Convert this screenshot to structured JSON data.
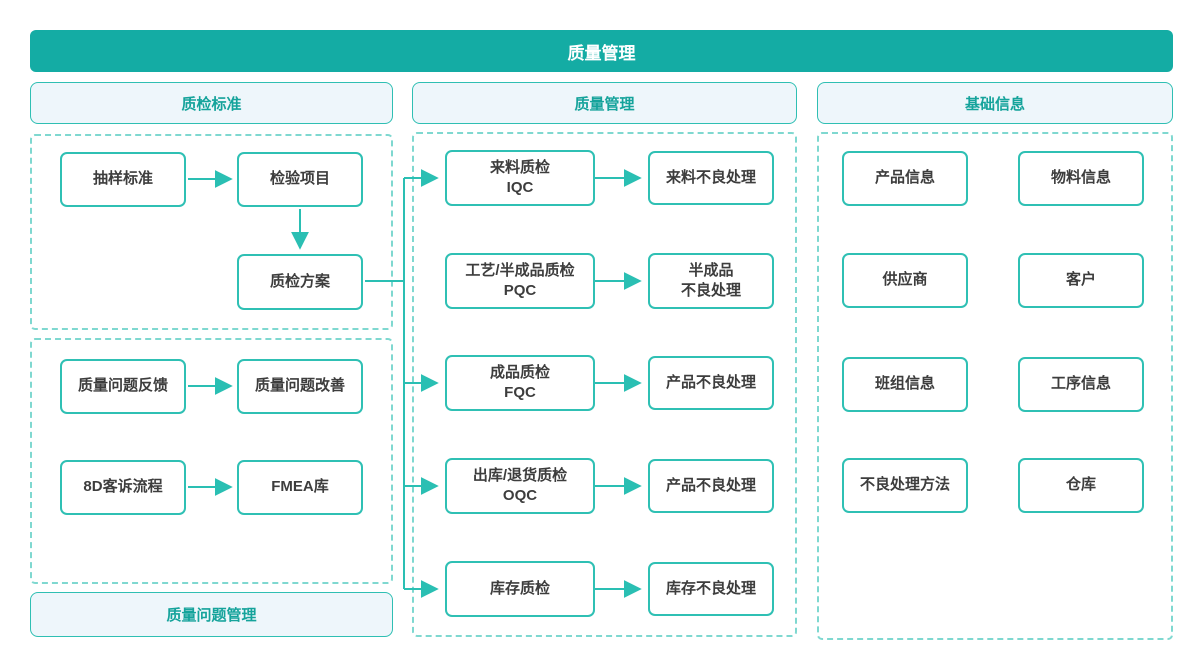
{
  "banner": {
    "title": "质量管理"
  },
  "colors": {
    "banner_bg": "#14aca4",
    "header_bg": "#eef6fb",
    "header_text": "#15a39b",
    "node_border": "#2fc0b4",
    "dashed_border": "#7fd8d0",
    "connector": "#2abfb3",
    "node_text": "#3d3d3d"
  },
  "standards": {
    "header": "质检标准",
    "footer": "质量问题管理",
    "boxes": {
      "sampling": "抽样标准",
      "inspection_items": "检验项目",
      "inspection_plan": "质检方案",
      "feedback": "质量问题反馈",
      "improvement": "质量问题改善",
      "complaint": "8D客诉流程",
      "fmea": "FMEA库"
    }
  },
  "quality": {
    "header": "质量管理",
    "rows": [
      {
        "source_line1": "来料质检",
        "source_line2": "IQC",
        "target_line1": "来料不良处理",
        "target_line2": ""
      },
      {
        "source_line1": "工艺/半成品质检",
        "source_line2": "PQC",
        "target_line1": "半成品",
        "target_line2": "不良处理"
      },
      {
        "source_line1": "成品质检",
        "source_line2": "FQC",
        "target_line1": "产品不良处理",
        "target_line2": ""
      },
      {
        "source_line1": "出库/退货质检",
        "source_line2": "OQC",
        "target_line1": "产品不良处理",
        "target_line2": ""
      },
      {
        "source_line1": "库存质检",
        "source_line2": "",
        "target_line1": "库存不良处理",
        "target_line2": ""
      }
    ]
  },
  "basic": {
    "header": "基础信息",
    "items": [
      "产品信息",
      "物料信息",
      "供应商",
      "客户",
      "班组信息",
      "工序信息",
      "不良处理方法",
      "仓库"
    ]
  }
}
